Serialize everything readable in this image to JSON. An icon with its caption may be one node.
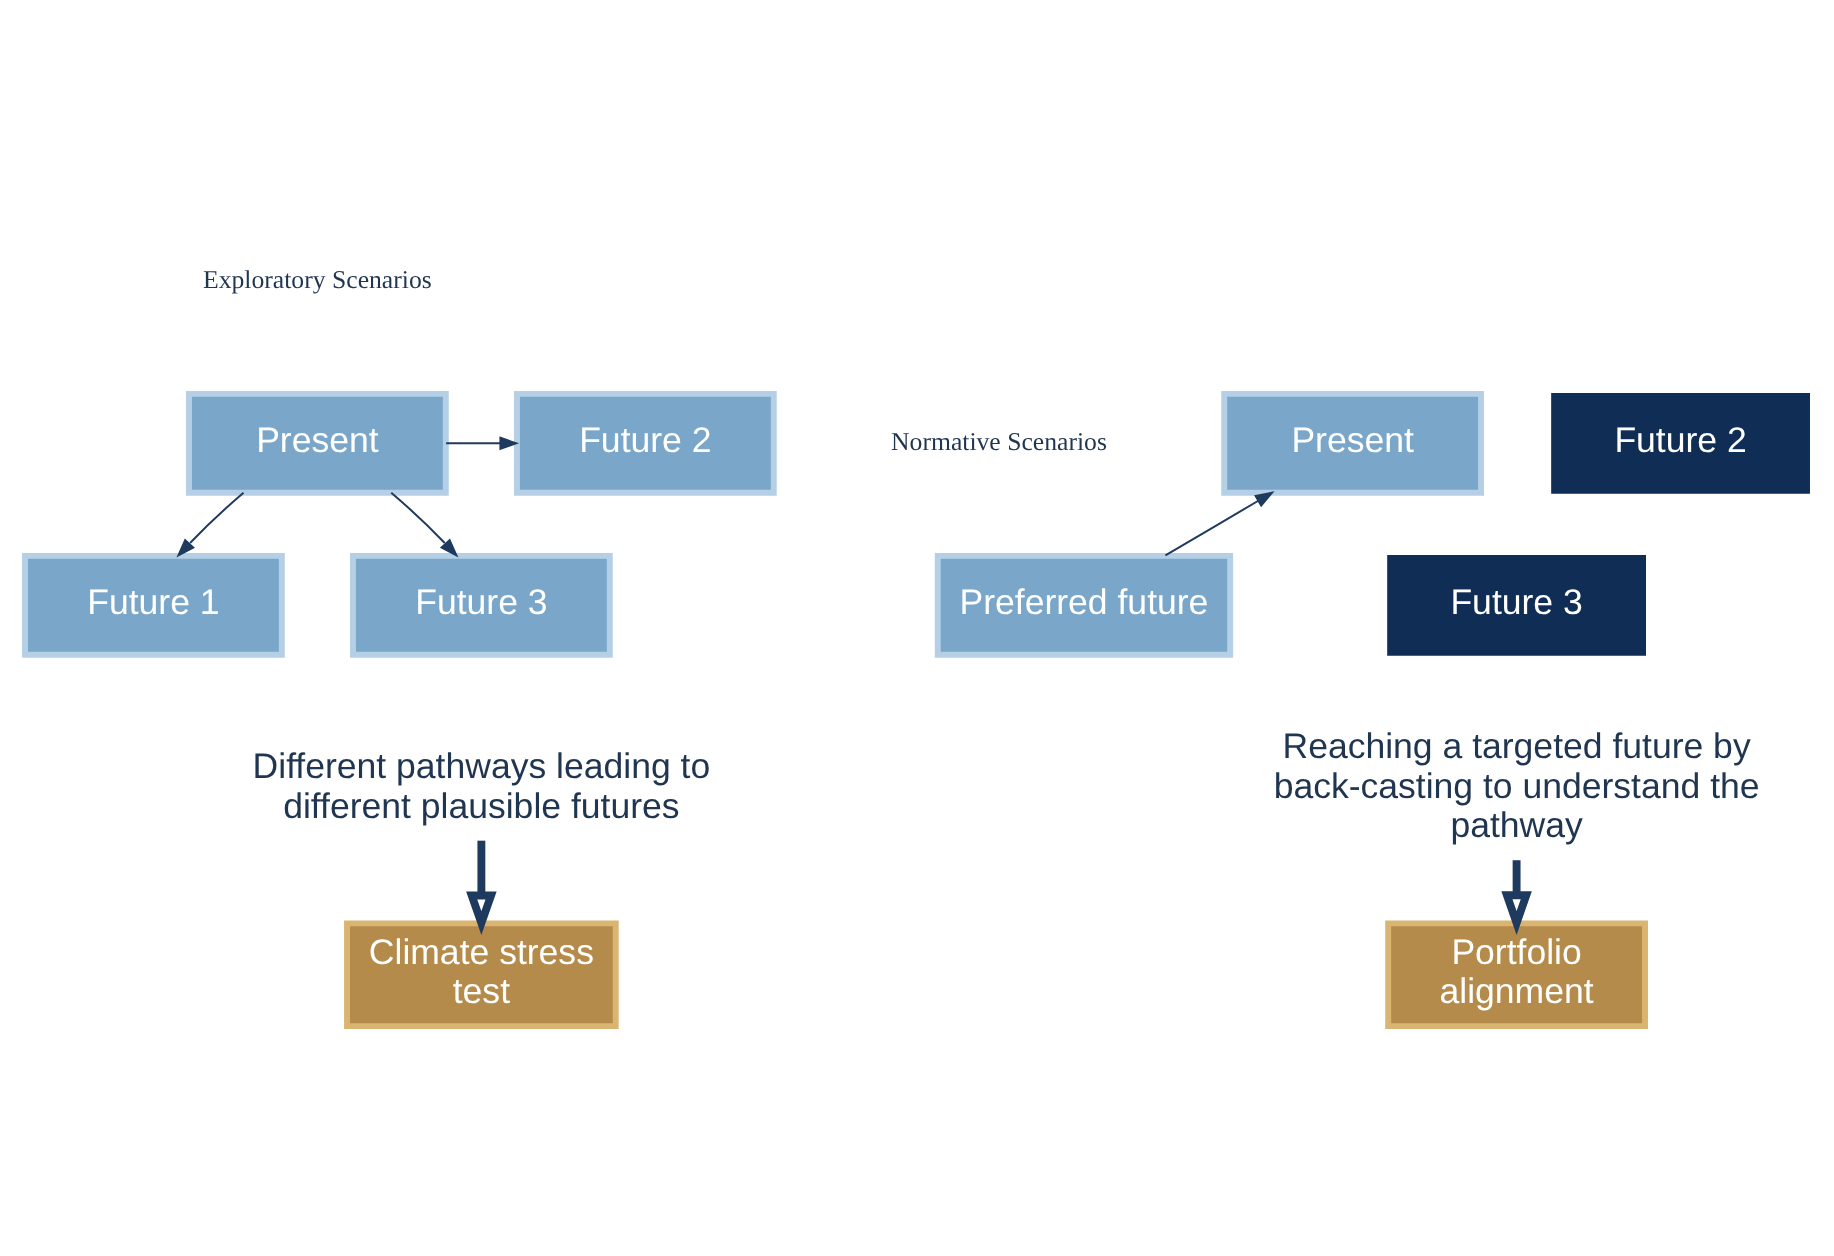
{
  "diagram": {
    "nodes": [
      {
        "text": [
          "Present"
        ]
      },
      {
        "text": [
          "Future 1"
        ]
      },
      {
        "text": [
          "Future 2"
        ]
      },
      {
        "text": [
          "Future 3"
        ]
      },
      {
        "text": [
          "Different pathways leading to different plausible futures"
        ]
      },
      {
        "text": [
          "Climate stress test"
        ]
      },
      {
        "text": [
          "Preferred future"
        ]
      },
      {
        "text": [
          "Present"
        ]
      },
      {
        "text": [
          "Future 2"
        ]
      },
      {
        "text": [
          "Future 3"
        ]
      },
      {
        "text": [
          "Reaching a targeted future by back-casting to understand the pathway"
        ]
      },
      {
        "text": [
          "Portfolio alignment"
        ]
      }
    ],
    "edges": [
      {
        "from": 0,
        "to": 1,
        "arrow": "to"
      },
      {
        "from": 0,
        "to": 2,
        "arrow": "to"
      },
      {
        "from": 0,
        "to": 3,
        "arrow": "to"
      },
      {
        "from": 4,
        "to": 5,
        "arrow": "to",
        "style": "thick"
      },
      {
        "from": 6,
        "to": 7,
        "arrow": "to"
      },
      {
        "from": 10,
        "to": 11,
        "arrow": "to",
        "style": "thick"
      }
    ],
    "labels": [
      "Exploratory Scenarios",
      "Normative Scenarios"
    ]
  }
}
